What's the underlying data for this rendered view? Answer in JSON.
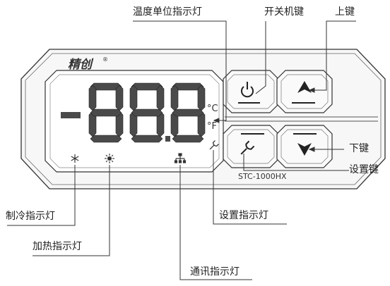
{
  "brand": "精创",
  "registered_mark": "®",
  "display": {
    "sign": "-",
    "digits": "888",
    "unit_c": "°C",
    "unit_f": "°F"
  },
  "model": "STC-1000HX",
  "labels": {
    "temp_unit_indicator": "温度单位指示灯",
    "power_key": "开关机键",
    "up_key": "上键",
    "down_key": "下键",
    "set_key": "设置键",
    "cooling_indicator": "制冷指示灯",
    "heating_indicator": "加热指示灯",
    "comm_indicator": "通讯指示灯",
    "setting_indicator": "设置指示灯"
  },
  "colors": {
    "line": "#333333",
    "segment": "#4a4a4a",
    "body_fill": "#f4f4f4"
  }
}
